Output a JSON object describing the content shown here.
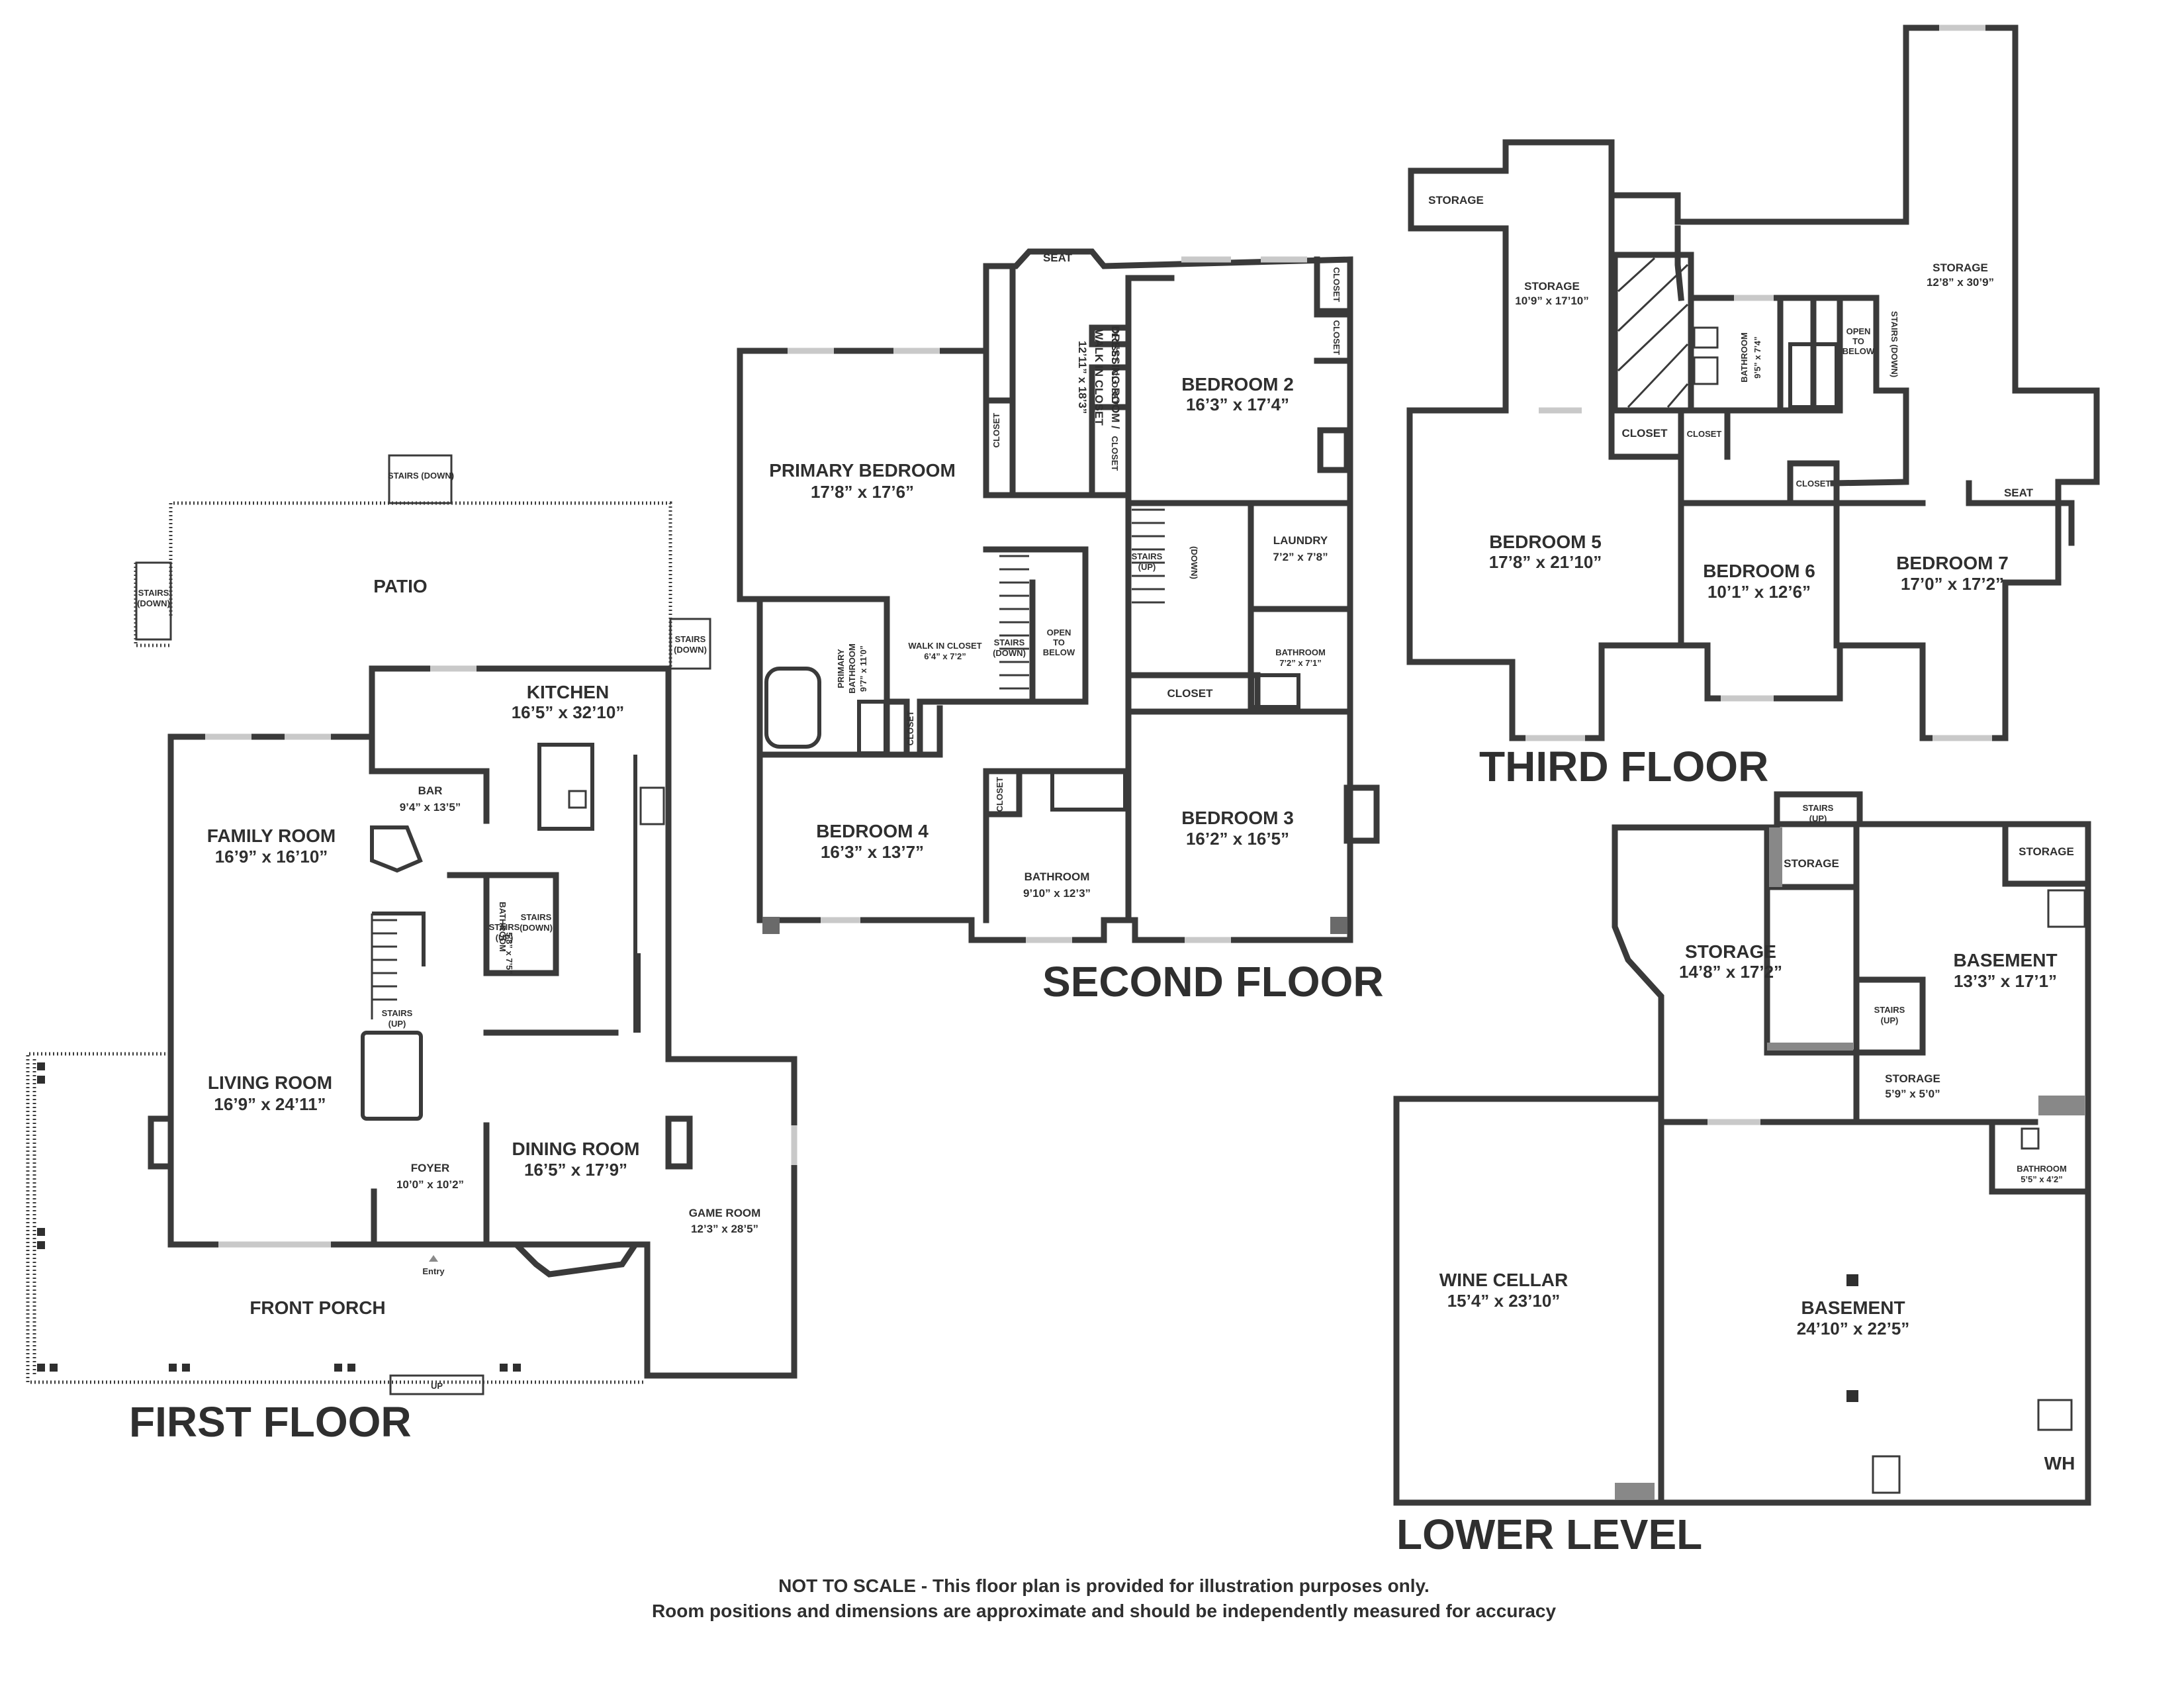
{
  "floors": {
    "first": {
      "title": "FIRST FLOOR",
      "rooms": {
        "patio": {
          "name": "PATIO"
        },
        "kitchen": {
          "name": "KITCHEN",
          "dim": "16’5” x 32’10”"
        },
        "bar": {
          "name": "BAR",
          "dim": "9’4” x 13’5”"
        },
        "family": {
          "name": "FAMILY ROOM",
          "dim": "16’9” x 16’10”"
        },
        "living": {
          "name": "LIVING ROOM",
          "dim": "16’9” x 24’11”"
        },
        "foyer": {
          "name": "FOYER",
          "dim": "10’0” x 10’2”"
        },
        "dining": {
          "name": "DINING ROOM",
          "dim": "16’5” x 17’9”"
        },
        "game": {
          "name": "GAME ROOM",
          "dim": "12’3” x 28’5”"
        },
        "bath": {
          "name": "BATHROOM",
          "dim": "5’8” x 7’5”"
        },
        "porch": {
          "name": "FRONT PORCH"
        }
      },
      "stairs_down": "STAIRS (DOWN)",
      "stairs_down_a": "STAIRS",
      "stairs_down_b": "(DOWN)",
      "stairs_up_a": "STAIRS",
      "stairs_up_b": "(UP)",
      "entry": "Entry",
      "up": "UP"
    },
    "second": {
      "title": "SECOND FLOOR",
      "rooms": {
        "seat": {
          "name": "SEAT"
        },
        "dressing": {
          "name": "DRESSING ROOM /",
          "name2": "WALK IN CLOSET",
          "dim": "12’11” x 18’3”"
        },
        "primary": {
          "name": "PRIMARY BEDROOM",
          "dim": "17’8” x 17’6”"
        },
        "bed2": {
          "name": "BEDROOM 2",
          "dim": "16’3” x 17’4”"
        },
        "primary_bath": {
          "name": "PRIMARY",
          "name2": "BATHROOM",
          "dim": "9’7” x 11’0”"
        },
        "walkin": {
          "name": "WALK IN CLOSET",
          "dim": "6’4” x 7’2”"
        },
        "laundry": {
          "name": "LAUNDRY",
          "dim": "7’2” x 7’8”"
        },
        "bath": {
          "name": "BATHROOM",
          "dim": "7’2” x 7’1”"
        },
        "bed4": {
          "name": "BEDROOM 4",
          "dim": "16’3” x 13’7”"
        },
        "bath2": {
          "name": "BATHROOM",
          "dim": "9’10” x 12’3”"
        },
        "bed3": {
          "name": "BEDROOM 3",
          "dim": "16’2” x 16’5”"
        }
      },
      "closet": "CLOSET",
      "open_a": "OPEN",
      "open_b": "TO",
      "open_c": "BELOW",
      "stairs_a": "STAIRS",
      "stairs_up": "(UP)",
      "stairs_down": "(DOWN)"
    },
    "third": {
      "title": "THIRD FLOOR",
      "rooms": {
        "storage_a": {
          "name": "STORAGE"
        },
        "storage_b": {
          "name": "STORAGE",
          "dim": "10’9” x 17’10”"
        },
        "storage_c": {
          "name": "STORAGE",
          "dim": "12’8” x 30’9”"
        },
        "bath": {
          "name": "BATHROOM",
          "dim": "9’5” x 7’4”"
        },
        "bed5": {
          "name": "BEDROOM 5",
          "dim": "17’8” x 21’10”"
        },
        "bed6": {
          "name": "BEDROOM 6",
          "dim": "10’1” x 12’6”"
        },
        "bed7": {
          "name": "BEDROOM 7",
          "dim": "17’0” x 17’2”"
        },
        "seat": {
          "name": "SEAT"
        }
      },
      "closet": "CLOSET",
      "open_a": "OPEN",
      "open_b": "TO",
      "open_c": "BELOW",
      "stairs_down": "STAIRS (DOWN)"
    },
    "lower": {
      "title": "LOWER LEVEL",
      "rooms": {
        "storage_top": {
          "name": "STORAGE"
        },
        "storage_right": {
          "name": "STORAGE"
        },
        "storage_main": {
          "name": "STORAGE",
          "dim": "14’8” x 17’2”"
        },
        "basement_a": {
          "name": "BASEMENT",
          "dim": "13’3” x 17’1”"
        },
        "storage_small": {
          "name": "STORAGE",
          "dim": "5’9” x 5’0”"
        },
        "bath": {
          "name": "BATHROOM",
          "dim": "5’5” x 4’2”"
        },
        "wine": {
          "name": "WINE CELLAR",
          "dim": "15’4” x 23’10”"
        },
        "basement_b": {
          "name": "BASEMENT",
          "dim": "24’10” x 22’5”"
        },
        "wh": {
          "name": "WH"
        }
      },
      "stairs_up_a": "STAIRS",
      "stairs_up_b": "(UP)"
    }
  },
  "footer": {
    "line1": "NOT TO SCALE - This floor plan is provided for illustration purposes only.",
    "line2": "Room positions and dimensions are approximate and should be independently measured for accuracy"
  }
}
